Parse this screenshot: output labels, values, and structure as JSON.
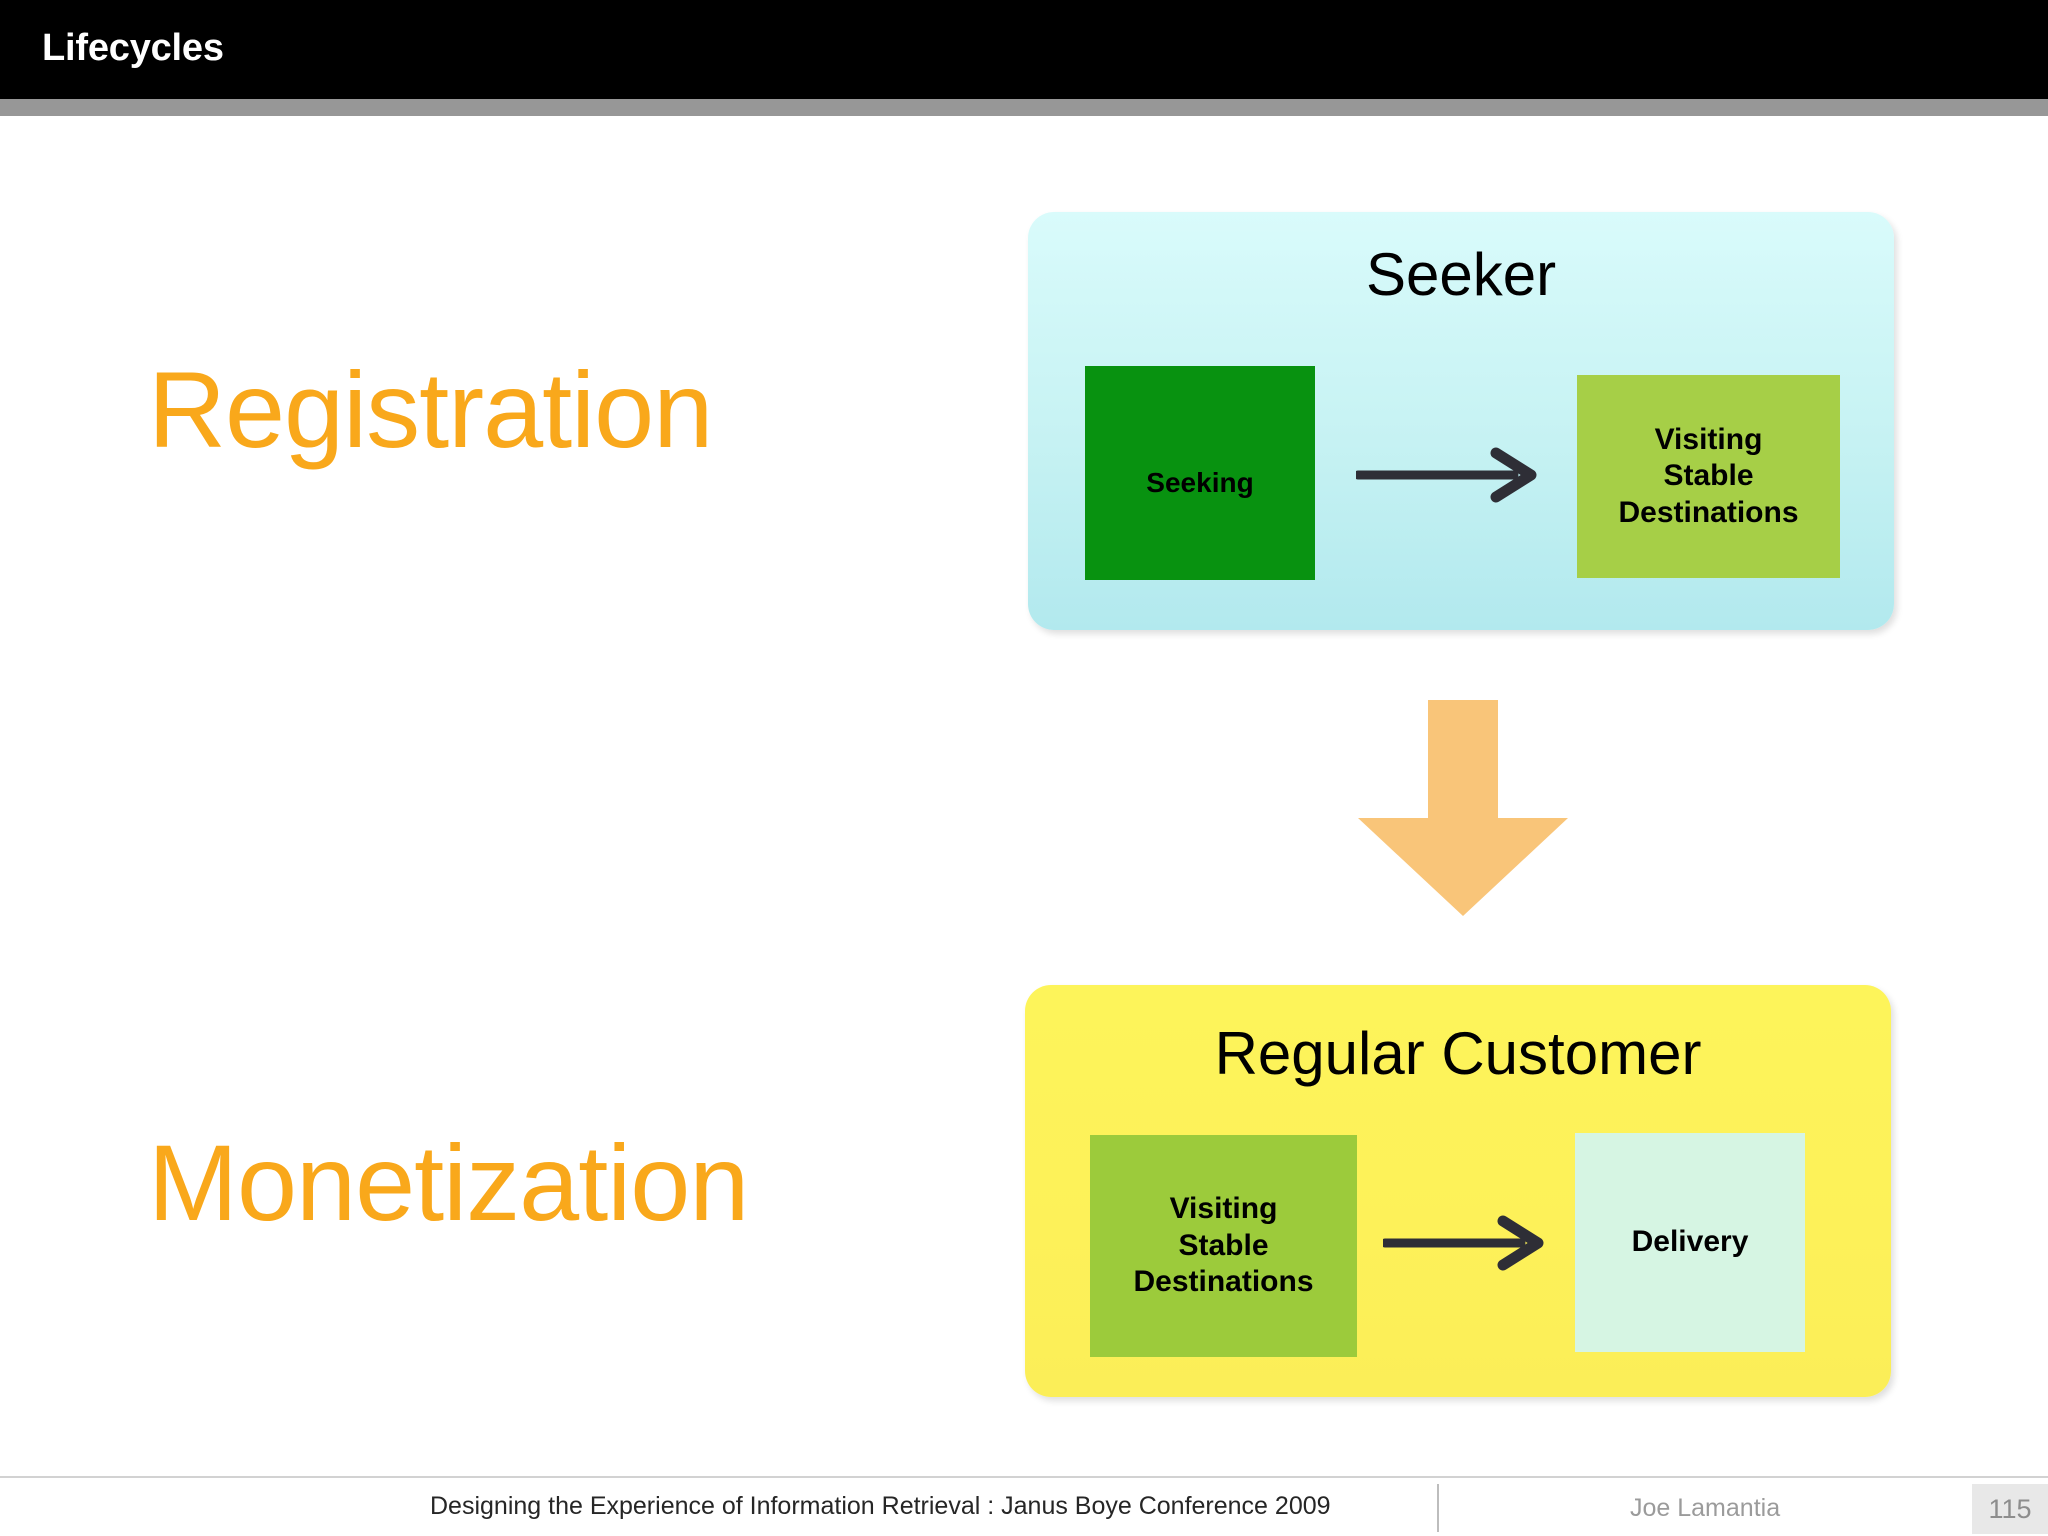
{
  "slide": {
    "header_title": "Lifecycles",
    "stages": [
      {
        "label": "Registration"
      },
      {
        "label": "Monetization"
      }
    ],
    "panels": [
      {
        "heading": "Seeker",
        "background_color": "#c6f2f3",
        "nodes": [
          {
            "label": "Seeking",
            "color": "#089210"
          },
          {
            "label": "Visiting\nStable\nDestinations",
            "line1": "Visiting",
            "line2": "Stable",
            "line3": "Destinations",
            "color": "#a6cf47"
          }
        ],
        "arrow": "right-arrow-icon"
      },
      {
        "heading": "Regular Customer",
        "background_color": "#fdf255",
        "nodes": [
          {
            "label": "Visiting\nStable\nDestinations",
            "line1": "Visiting",
            "line2": "Stable",
            "line3": "Destinations",
            "color": "#9ccb3b"
          },
          {
            "label": "Delivery",
            "color": "#d6f5e3"
          }
        ],
        "arrow": "right-arrow-icon"
      }
    ],
    "connector": {
      "icon": "down-arrow-icon",
      "color": "#f9c579"
    },
    "footer": {
      "title": "Designing the Experience of Information Retrieval : Janus Boye Conference 2009",
      "author": "Joe Lamantia",
      "page_number": "115"
    },
    "colors": {
      "accent_orange": "#f9a81b",
      "header_background": "#000000",
      "header_rule": "#979797"
    }
  }
}
